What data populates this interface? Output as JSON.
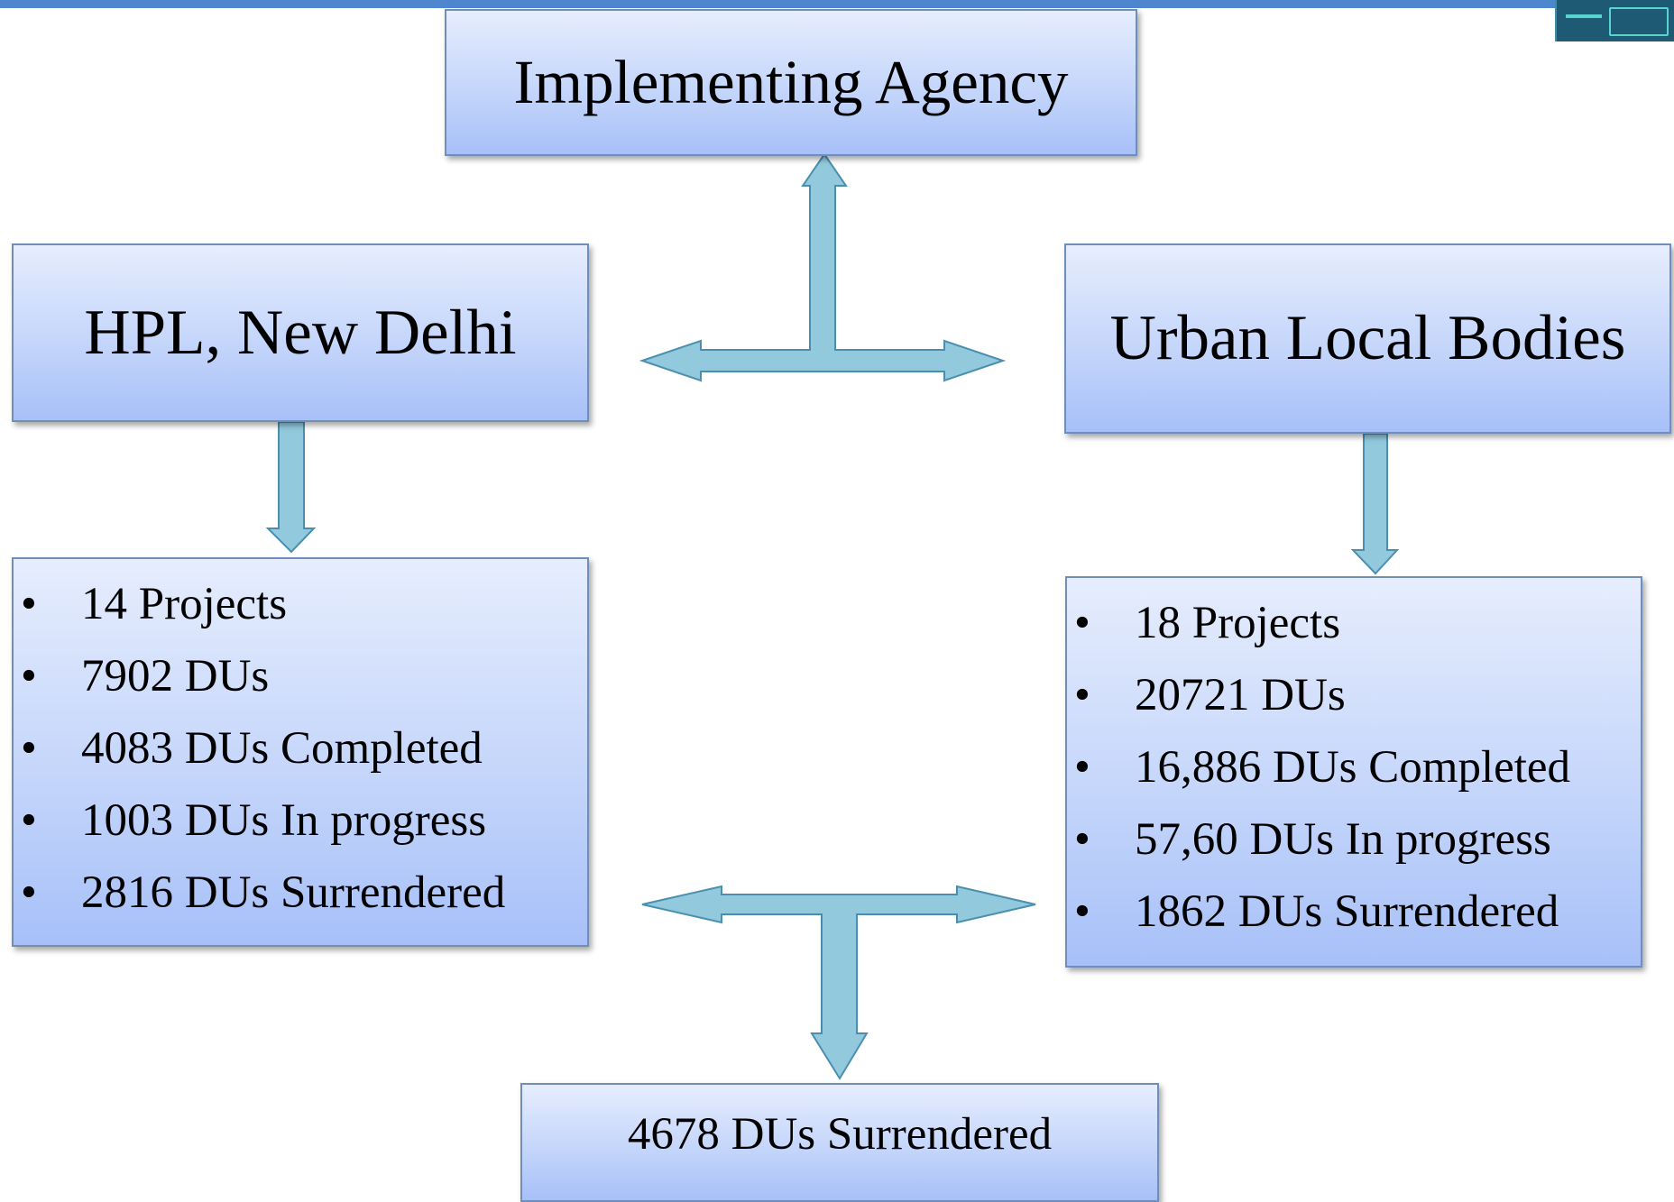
{
  "diagram": {
    "top": {
      "title": "Implementing Agency"
    },
    "left": {
      "title": "HPL, New Delhi",
      "stats": [
        "14 Projects",
        "7902 DUs",
        "4083 DUs Completed",
        "1003 DUs In progress",
        "2816 DUs Surrendered"
      ]
    },
    "right": {
      "title": "Urban Local Bodies",
      "stats": [
        "18 Projects",
        "20721 DUs",
        "16,886 DUs Completed",
        "57,60 DUs In progress",
        "1862 DUs Surrendered"
      ]
    },
    "bottom": {
      "title": "4678 DUs Surrendered"
    },
    "bullet": "•",
    "colors": {
      "top_rule": "#4f86d0",
      "box_border": "#6f8fb8",
      "box_fill_top": "#e6edfd",
      "box_fill_bottom": "#a7c0f8",
      "arrow_fill": "#92c9dc",
      "arrow_stroke": "#4a8fb0"
    }
  }
}
